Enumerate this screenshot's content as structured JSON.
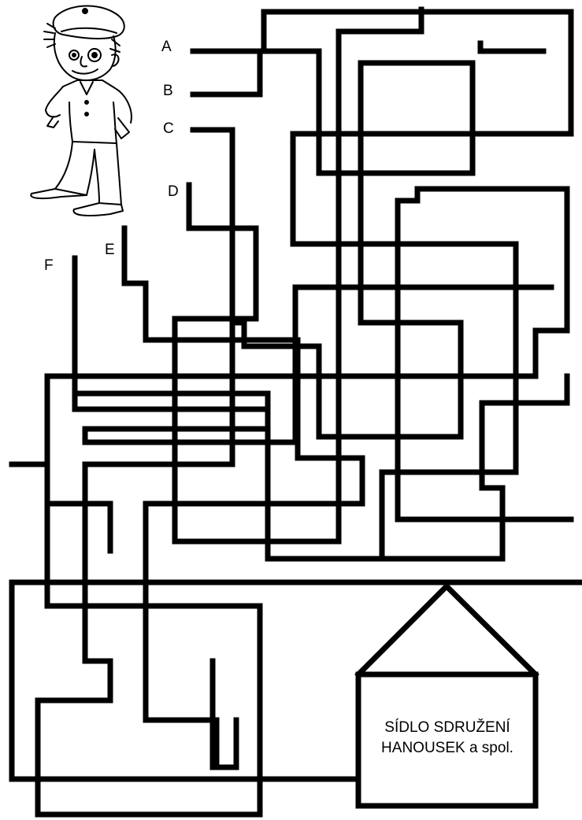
{
  "puzzle": {
    "start_labels": [
      "A",
      "B",
      "C",
      "D",
      "E",
      "F"
    ],
    "destination": {
      "line1": "SÍDLO SDRUŽENÍ",
      "line2": "HANOUSEK a spol."
    }
  },
  "colors": {
    "ink": "#000000",
    "background": "#ffffff"
  },
  "illustration": "boy-in-cap-drawing"
}
